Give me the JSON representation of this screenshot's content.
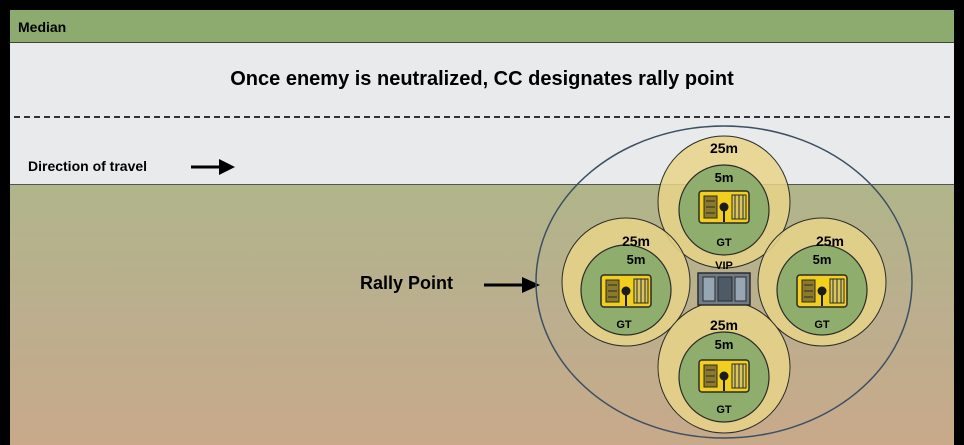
{
  "median": {
    "label": "Median"
  },
  "road": {
    "headline": "Once enemy is neutralized, CC designates rally point",
    "direction_label": "Direction of travel"
  },
  "rally": {
    "label": "Rally Point"
  },
  "vehicles": [
    {
      "outer_label": "25m",
      "inner_label": "5m",
      "role": "GT"
    },
    {
      "outer_label": "25m",
      "inner_label": "5m",
      "role": "GT"
    },
    {
      "outer_label": "25m",
      "inner_label": "5m",
      "role": "GT"
    },
    {
      "outer_label": "25m",
      "inner_label": "5m",
      "role": "GT"
    }
  ],
  "center_vehicle": {
    "role": "VIP"
  },
  "colors": {
    "median": "#8dab6e",
    "road": "#e8eaec",
    "outer_ring": "#e8d488",
    "inner_circle": "#8fad6c",
    "vehicle": "#f2cf1c"
  }
}
